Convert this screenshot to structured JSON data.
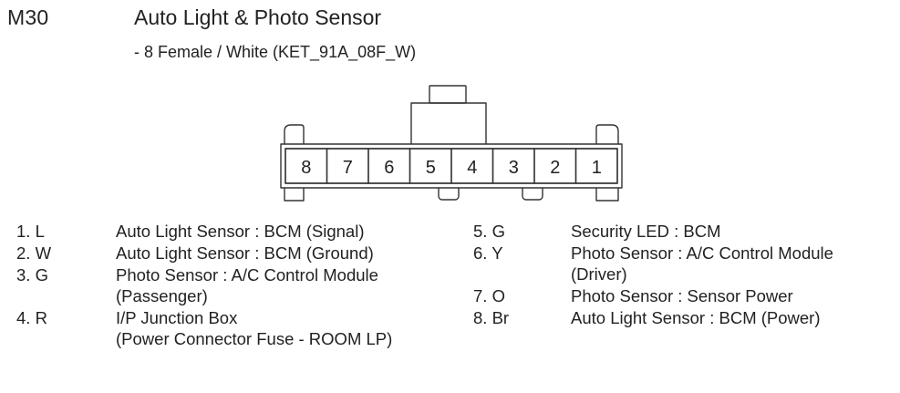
{
  "header": {
    "code": "M30",
    "title": "Auto Light & Photo Sensor",
    "subtitle": "- 8 Female / White (KET_91A_08F_W)"
  },
  "connector": {
    "cavities": [
      "8",
      "7",
      "6",
      "5",
      "4",
      "3",
      "2",
      "1"
    ]
  },
  "pins": [
    {
      "id": "1. L",
      "desc": [
        "Auto Light Sensor : BCM (Signal)"
      ]
    },
    {
      "id": "2. W",
      "desc": [
        "Auto Light Sensor : BCM (Ground)"
      ]
    },
    {
      "id": "3. G",
      "desc": [
        "Photo Sensor : A/C Control Module",
        "(Passenger)"
      ]
    },
    {
      "id": "4. R",
      "desc": [
        "I/P Junction Box",
        "(Power Connector Fuse - ROOM LP)"
      ]
    },
    {
      "id": "5. G",
      "desc": [
        "Security LED : BCM"
      ]
    },
    {
      "id": "6. Y",
      "desc": [
        "Photo Sensor : A/C Control Module",
        "(Driver)"
      ]
    },
    {
      "id": "7. O",
      "desc": [
        "Photo Sensor : Sensor Power"
      ]
    },
    {
      "id": "8. Br",
      "desc": [
        "Auto Light Sensor : BCM (Power)"
      ]
    }
  ]
}
